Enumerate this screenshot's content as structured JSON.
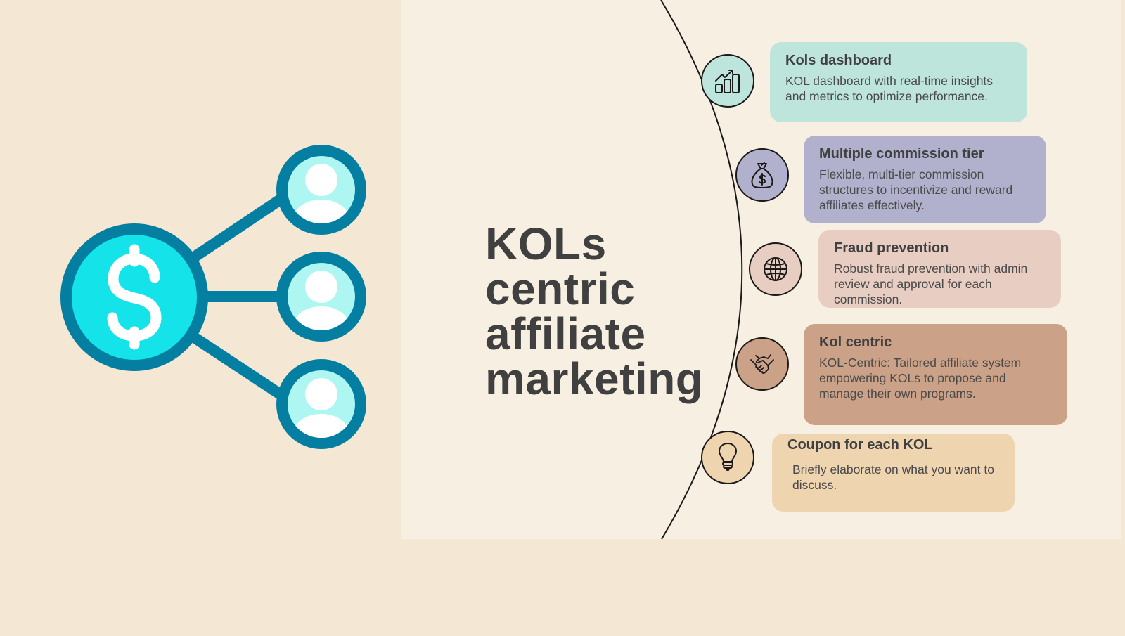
{
  "title": {
    "lines": [
      "KOLs",
      "centric",
      "affiliate",
      "marketing"
    ]
  },
  "left_graphic": {
    "hub_icon": "dollar-icon",
    "spoke_icons": [
      "user-icon",
      "user-icon",
      "user-icon"
    ],
    "colors": {
      "ring": "#047FA1",
      "hub_fill": "#14E3EA",
      "spoke_fill": "#AEF6F2",
      "glyph": "#FFFFFF"
    }
  },
  "features": [
    {
      "icon": "bar-chart-trend-icon",
      "title": "Kols dashboard",
      "description": "KOL dashboard with real-time insights and metrics to optimize performance.",
      "color": "#BEE5DC"
    },
    {
      "icon": "money-bag-icon",
      "title": "Multiple  commission tier",
      "description": "Flexible, multi-tier commission structures to incentivize and reward affiliates effectively.",
      "color": "#B1B1CD"
    },
    {
      "icon": "globe-icon",
      "title": "Fraud prevention",
      "description": "Robust fraud prevention with admin review and approval for each commission.",
      "color": "#E8CDC2"
    },
    {
      "icon": "handshake-icon",
      "title": "Kol centric",
      "description": "KOL-Centric: Tailored affiliate system empowering KOLs to propose and manage their own programs.",
      "color": "#CBA187"
    },
    {
      "icon": "lightbulb-icon",
      "title": "Coupon for each KOL",
      "description": "Briefly elaborate on what you want to discuss.",
      "color": "#EFD4B0"
    }
  ],
  "colors": {
    "outer_background": "#F4E8D4",
    "panel_background": "#F7F0E2",
    "text": "#404040",
    "line": "#1A1A1A"
  }
}
